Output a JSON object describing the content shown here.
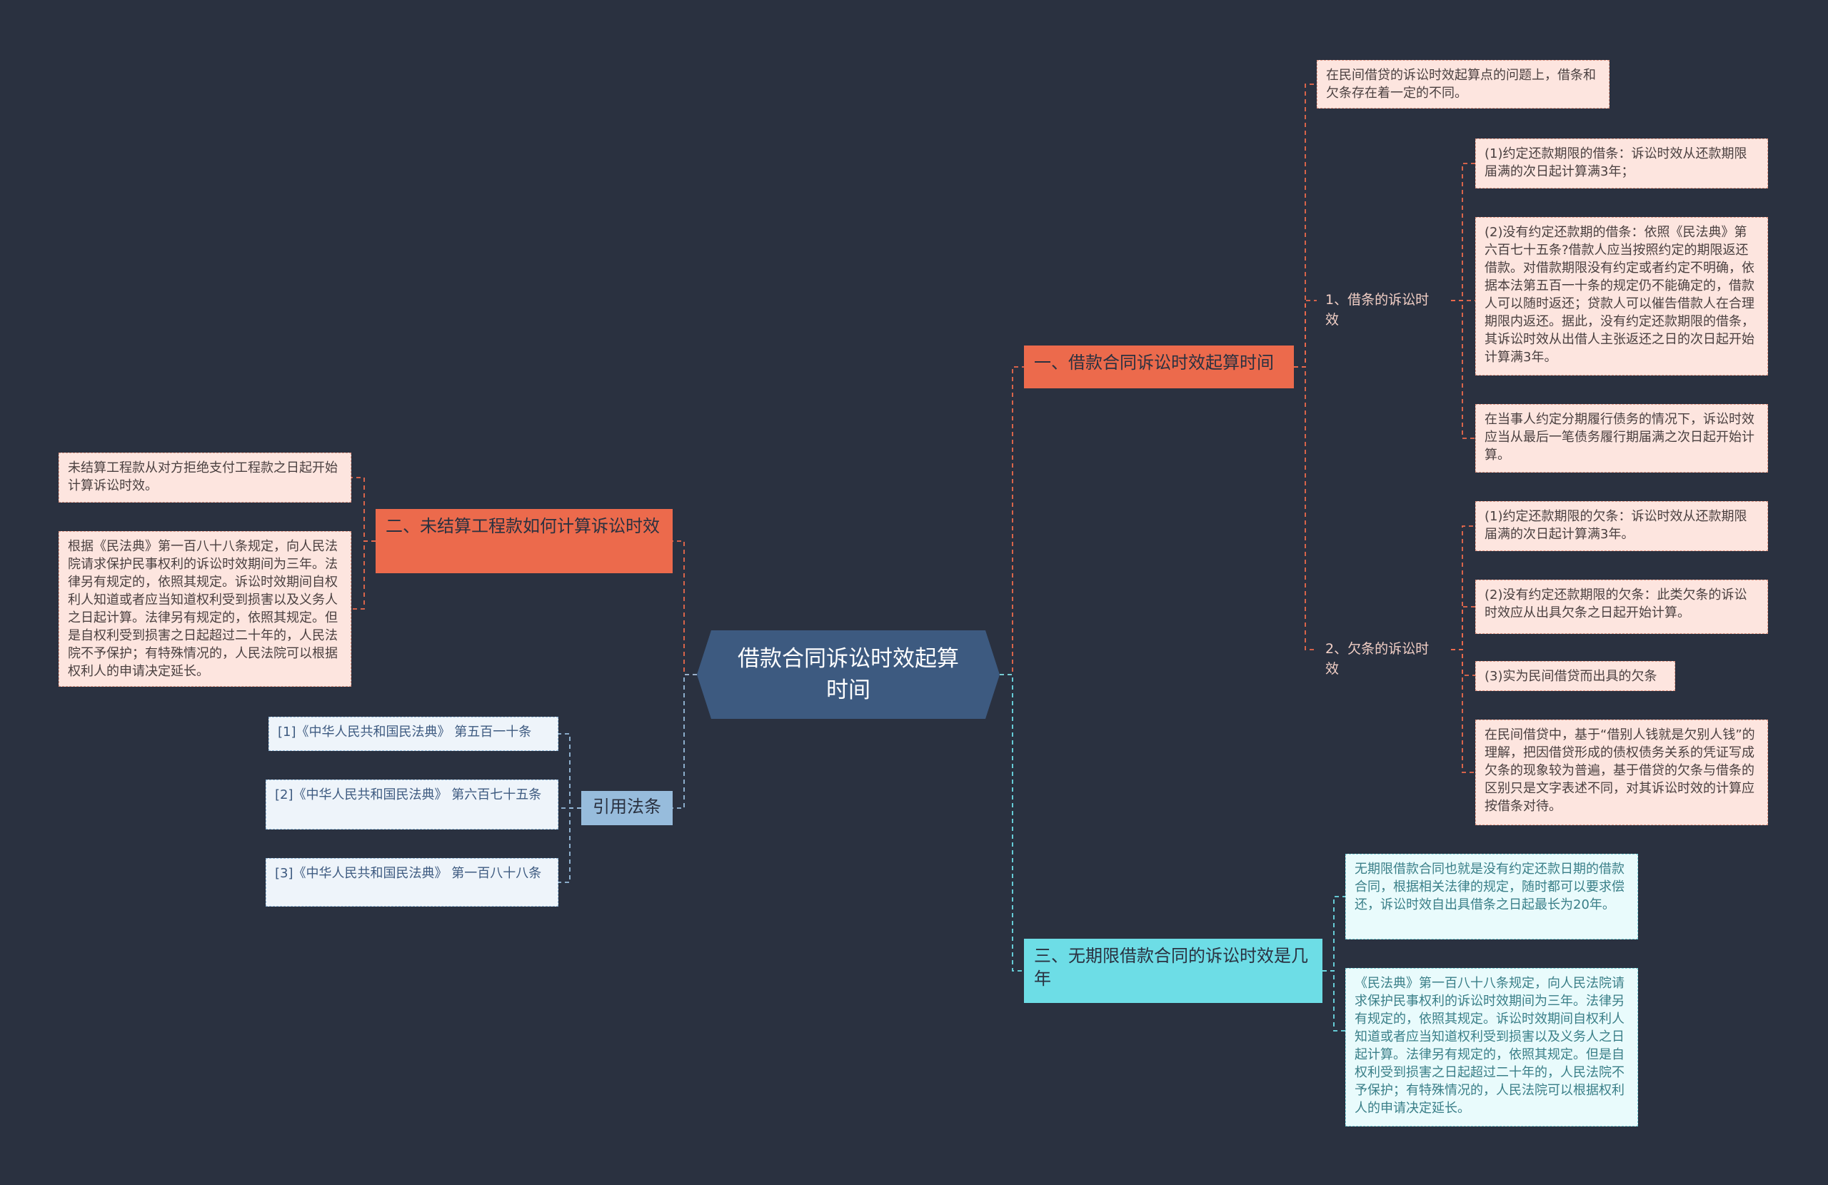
{
  "center": {
    "label": "借款合同诉讼时效起算时间"
  },
  "branch1": {
    "label": "一、借款合同诉讼时效起算时间",
    "intro": "在民间借贷的诉讼时效起算点的问题上，借条和欠条存在着一定的不同。",
    "sub1": {
      "label": "1、借条的诉讼时效",
      "leaves": [
        "(1)约定还款期限的借条：诉讼时效从还款期限届满的次日起计算满3年；",
        "(2)没有约定还款期的借条：依照《民法典》第六百七十五条?借款人应当按照约定的期限返还借款。对借款期限没有约定或者约定不明确，依据本法第五百一十条的规定仍不能确定的，借款人可以随时返还；贷款人可以催告借款人在合理期限内返还。据此，没有约定还款期限的借条，其诉讼时效从出借人主张返还之日的次日起开始计算满3年。",
        "在当事人约定分期履行债务的情况下，诉讼时效应当从最后一笔债务履行期届满之次日起开始计算。"
      ]
    },
    "sub2": {
      "label": "2、欠条的诉讼时效",
      "leaves": [
        "(1)约定还款期限的欠条：诉讼时效从还款期限届满的次日起计算满3年。",
        "(2)没有约定还款期限的欠条：此类欠条的诉讼时效应从出具欠条之日起开始计算。",
        "(3)实为民间借贷而出具的欠条",
        "在民间借贷中，基于“借别人钱就是欠别人钱”的理解，把因借贷形成的债权债务关系的凭证写成欠条的现象较为普遍，基于借贷的欠条与借条的区别只是文字表述不同，对其诉讼时效的计算应按借条对待。"
      ]
    }
  },
  "branch2": {
    "label": "二、未结算工程款如何计算诉讼时效",
    "leaves": [
      "未结算工程款从对方拒绝支付工程款之日起开始计算诉讼时效。",
      "根据《民法典》第一百八十八条规定，向人民法院请求保护民事权利的诉讼时效期间为三年。法律另有规定的，依照其规定。诉讼时效期间自权利人知道或者应当知道权利受到损害以及义务人之日起计算。法律另有规定的，依照其规定。但是自权利受到损害之日起超过二十年的，人民法院不予保护；有特殊情况的，人民法院可以根据权利人的申请决定延长。"
    ]
  },
  "branch3": {
    "label": "三、无期限借款合同的诉讼时效是几年",
    "leaves": [
      "无期限借款合同也就是没有约定还款日期的借款合同，根据相关法律的规定，随时都可以要求偿还，诉讼时效自出具借条之日起最长为20年。",
      "《民法典》第一百八十八条规定，向人民法院请求保护民事权利的诉讼时效期间为三年。法律另有规定的，依照其规定。诉讼时效期间自权利人知道或者应当知道权利受到损害以及义务人之日起计算。法律另有规定的，依照其规定。但是自权利受到损害之日起超过二十年的，人民法院不予保护；有特殊情况的，人民法院可以根据权利人的申请决定延长。"
    ]
  },
  "branch4": {
    "label": "引用法条",
    "leaves": [
      "[1]《中华人民共和国民法典》 第五百一十条",
      "[2]《中华人民共和国民法典》 第六百七十五条",
      "[3]《中华人民共和国民法典》 第一百八十八条"
    ]
  },
  "colors": {
    "background": "#2a3140",
    "center": "#3d5a80",
    "red": "#ec6a4c",
    "cyan": "#6ddde6",
    "blue": "#97bcdc"
  }
}
